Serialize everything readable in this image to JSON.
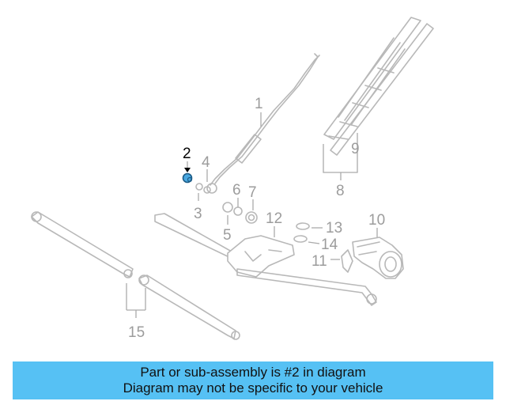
{
  "diagram": {
    "callouts": {
      "c1": "1",
      "c2": "2",
      "c3": "3",
      "c4": "4",
      "c5": "5",
      "c6": "6",
      "c7": "7",
      "c8": "8",
      "c9": "9",
      "c10": "10",
      "c11": "11",
      "c12": "12",
      "c13": "13",
      "c14": "14",
      "c15": "15"
    },
    "highlight_part": "2",
    "highlight_color": "#4aa8e0",
    "part_line_color": "#b8b8b8"
  },
  "caption": {
    "line1": "Part or sub-assembly is #2 in diagram",
    "line2": "Diagram may not be specific to your vehicle",
    "background": "#56c1f4"
  }
}
